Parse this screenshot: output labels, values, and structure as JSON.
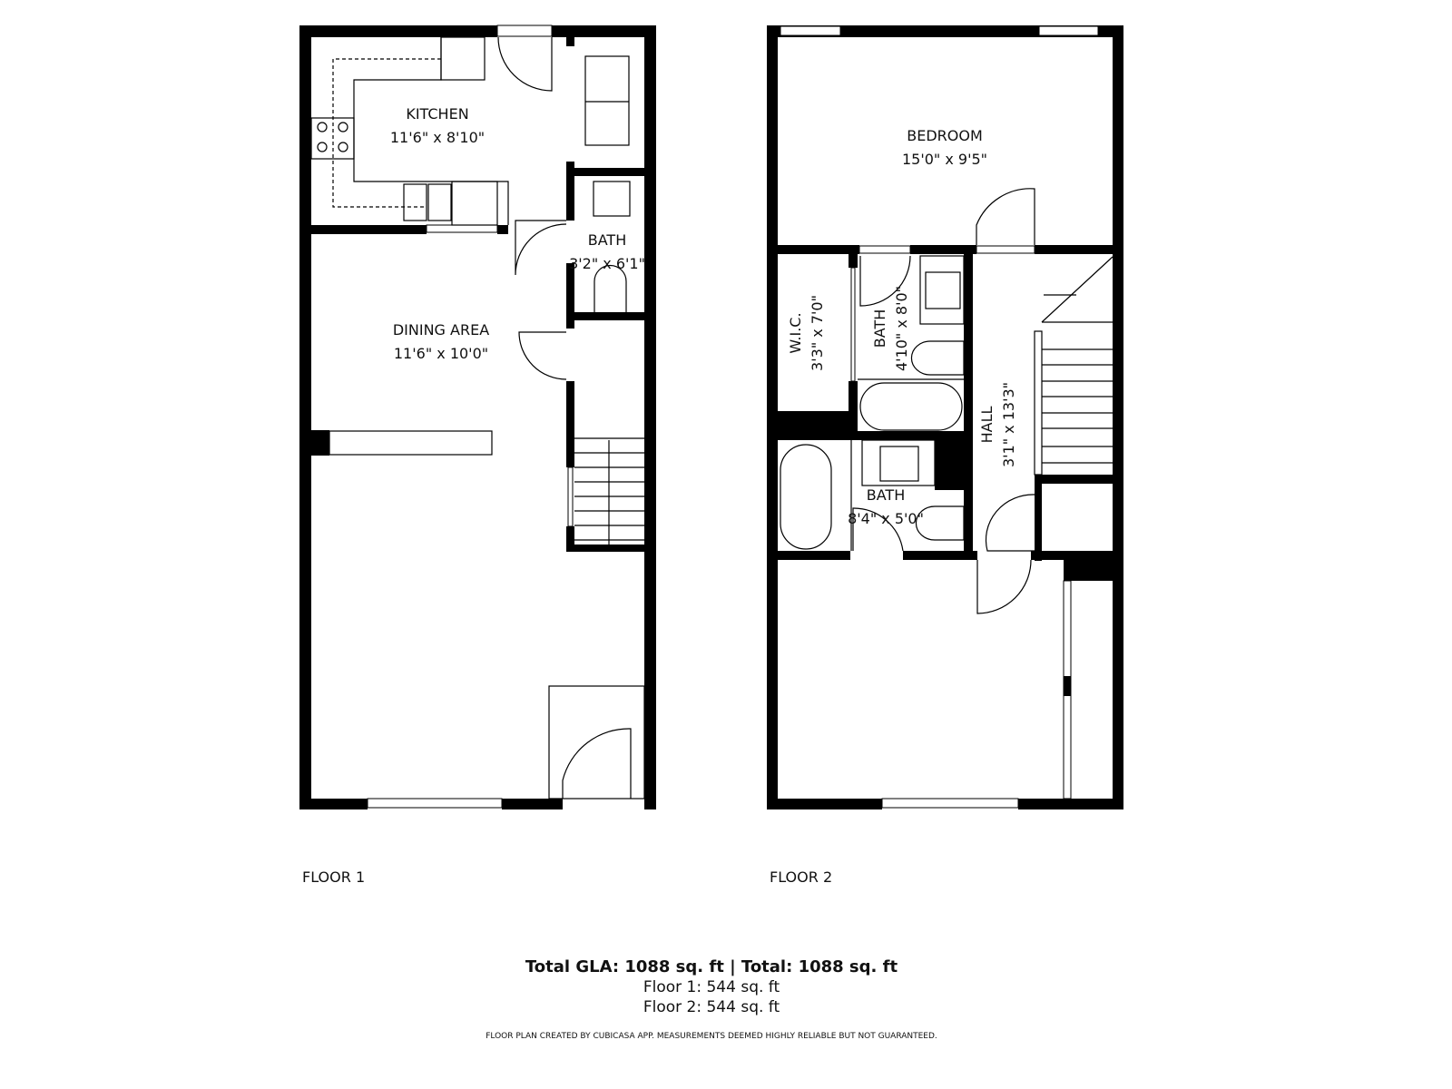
{
  "floors": [
    {
      "label": "FLOOR 1",
      "rooms": [
        {
          "name": "KITCHEN",
          "size": "11'6\" x 8'10\""
        },
        {
          "name": "BATH",
          "size": "3'2\" x 6'1\""
        },
        {
          "name": "DINING AREA",
          "size": "11'6\" x 10'0\""
        }
      ]
    },
    {
      "label": "FLOOR 2",
      "rooms": [
        {
          "name": "BEDROOM",
          "size": "15'0\" x 9'5\""
        },
        {
          "name": "W.I.C.",
          "size": "3'3\" x 7'0\""
        },
        {
          "name": "BATH",
          "size": "4'10\" x 8'0\""
        },
        {
          "name": "HALL",
          "size": "3'1\" x 13'3\""
        },
        {
          "name": "BATH",
          "size": "8'4\" x 5'0\""
        }
      ]
    }
  ],
  "summary": {
    "total": "Total GLA: 1088 sq. ft | Total: 1088 sq. ft",
    "floor1": "Floor 1: 544 sq. ft",
    "floor2": "Floor 2: 544 sq. ft"
  },
  "disclaimer": "FLOOR PLAN CREATED BY CUBICASA APP. MEASUREMENTS DEEMED HIGHLY RELIABLE BUT NOT GUARANTEED."
}
